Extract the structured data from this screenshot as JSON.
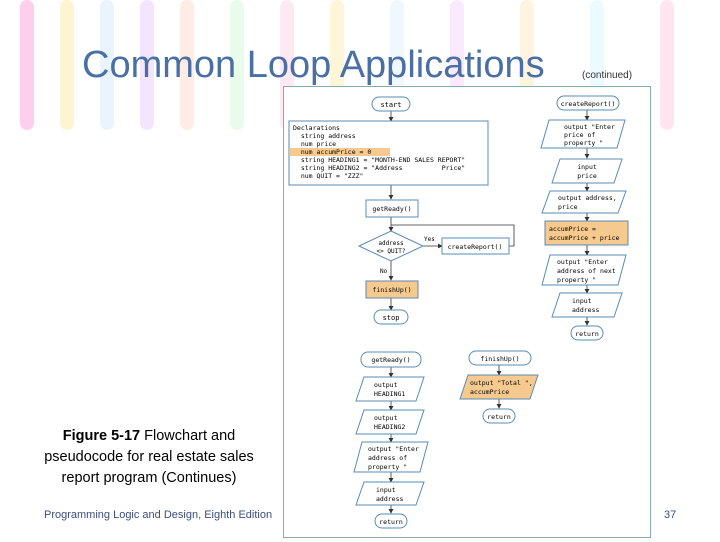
{
  "slide": {
    "title": "Common Loop Applications",
    "subtitle": "(continued)",
    "caption_bold": "Figure 5-17",
    "caption_text": " Flowchart and pseudocode for real estate sales report program (Continues)",
    "footer": "Programming Logic and Design, Eighth Edition",
    "page_number": "37"
  },
  "colors": {
    "title": "#4a6fa5",
    "highlight": "#f6c98e",
    "box_fill": "#ffffff",
    "box_stroke": "#5b8bb5"
  },
  "flowchart": {
    "main": {
      "start": "start",
      "declarations": [
        "Declarations",
        "  string address",
        "  num price",
        "  num accumPrice = 0",
        "  string HEADING1 = \"MONTH-END SALES REPORT\"",
        "  string HEADING2 = \"Address          Price\"",
        "  num QUIT = \"ZZZ\""
      ],
      "get_ready": "getReady()",
      "decision": [
        "address",
        "<> QUIT?"
      ],
      "yes": "Yes",
      "no": "No",
      "create_report": "createReport()",
      "finish_up": "finishUp()",
      "stop": "stop"
    },
    "create_report_module": {
      "header": "createReport()",
      "output_enter_price": [
        "output \"Enter",
        "price of",
        "property \""
      ],
      "input_price": [
        "input",
        "price"
      ],
      "output_address_price": [
        "output address,",
        "price"
      ],
      "accum": [
        "accumPrice =",
        "accumPrice + price"
      ],
      "output_enter_address": [
        "output \"Enter",
        "address of next",
        "property \""
      ],
      "input_address": [
        "input",
        "address"
      ],
      "return": "return"
    },
    "get_ready_module": {
      "header": "getReady()",
      "output_heading1": [
        "output",
        "HEADING1"
      ],
      "output_heading2": [
        "output",
        "HEADING2"
      ],
      "output_enter_address": [
        "output \"Enter",
        "address of",
        "property \""
      ],
      "input_address": [
        "input",
        "address"
      ],
      "return": "return"
    },
    "finish_up_module": {
      "header": "finishUp()",
      "output_total": [
        "output \"Total \",",
        "accumPrice"
      ],
      "return": "return"
    }
  }
}
